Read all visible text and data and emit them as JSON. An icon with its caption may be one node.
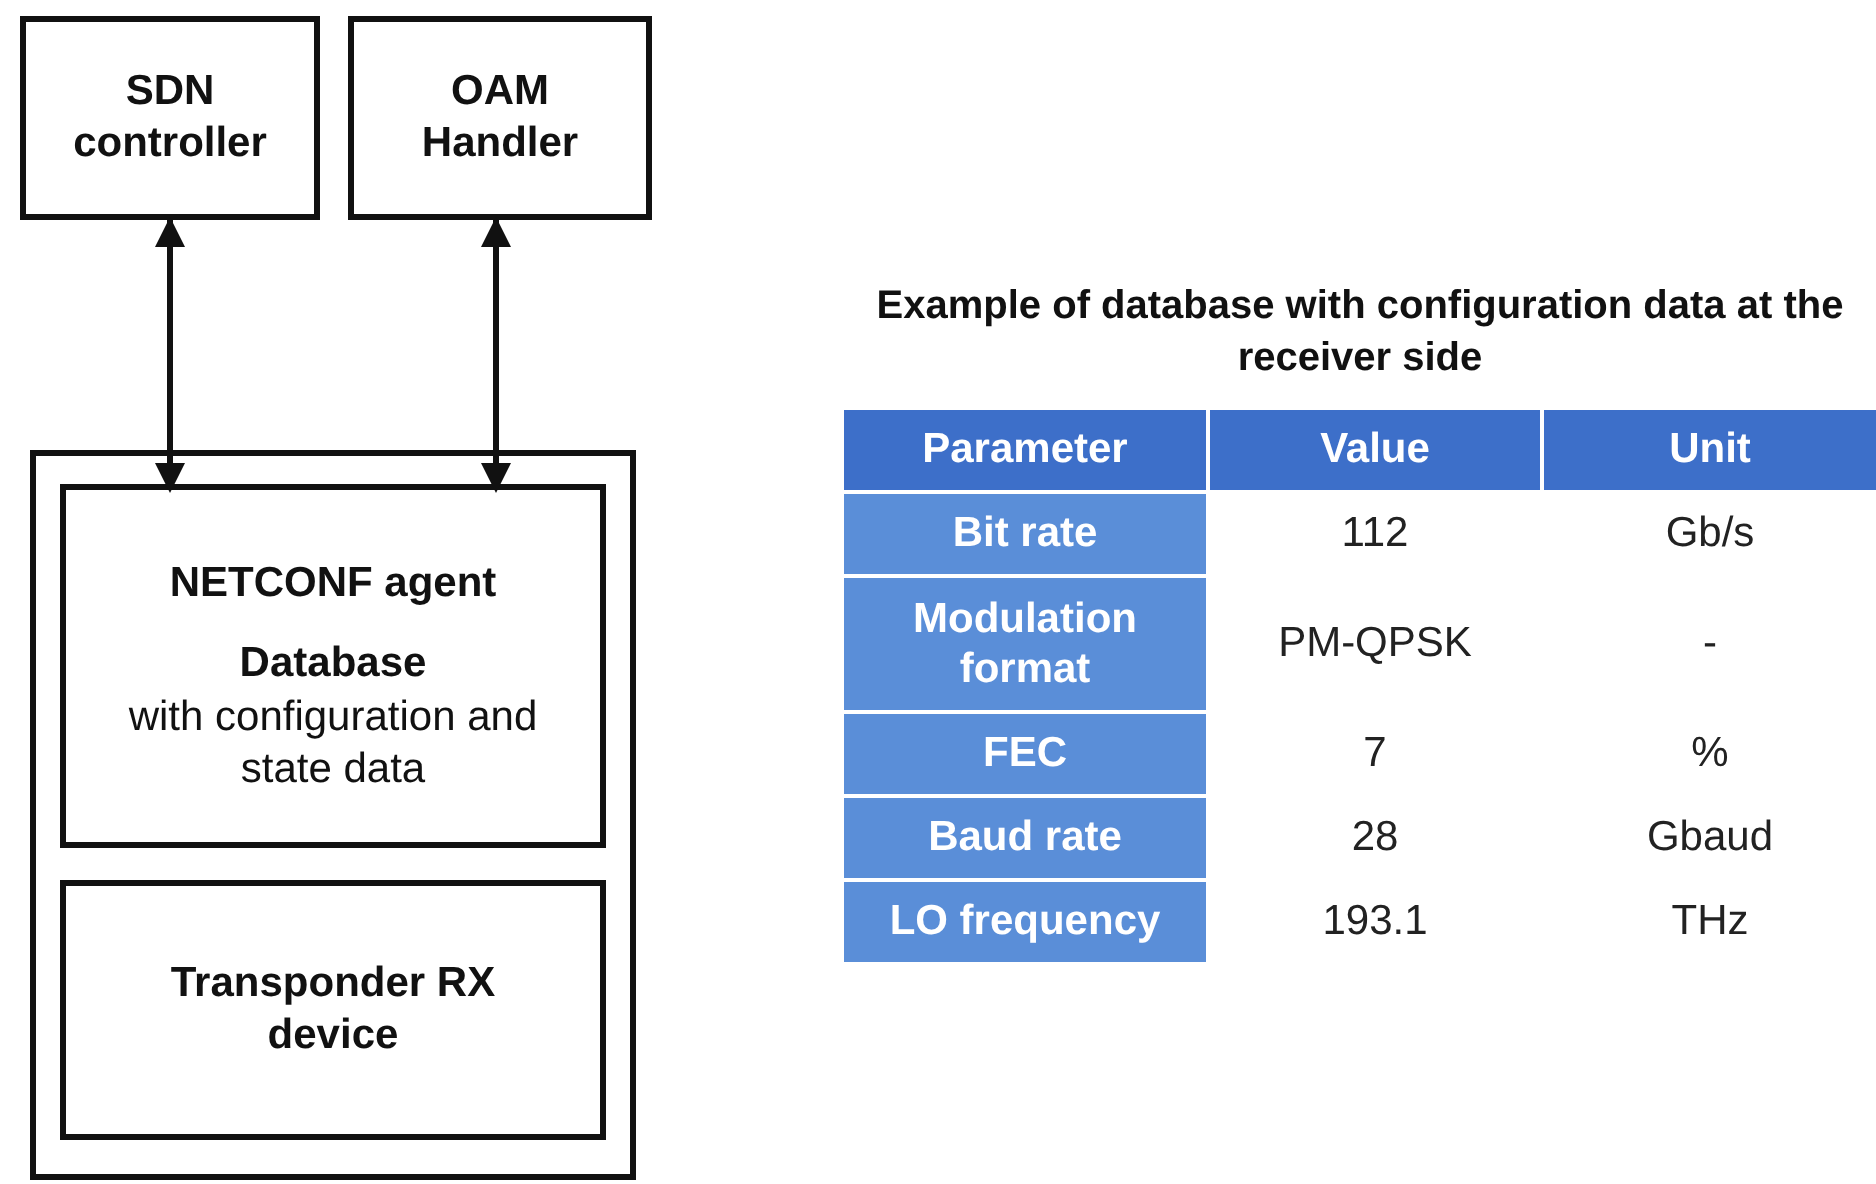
{
  "diagram": {
    "nodes": [
      {
        "text": [
          "SDN controller"
        ]
      },
      {
        "text": [
          "OAM Handler"
        ]
      },
      {
        "text": [],
        "shape": "box"
      },
      {
        "text": [
          "NETCONF agent",
          "Database",
          "with configuration and state data"
        ],
        "in": 2
      },
      {
        "text": [
          "Transponder RX device"
        ],
        "in": 2
      }
    ],
    "edges": [
      {
        "from": 0,
        "to": 3,
        "arrow": "both"
      },
      {
        "from": 1,
        "to": 3,
        "arrow": "both"
      }
    ],
    "labels": [
      "Example of database with configuration data at the receiver side",
      "Parameter",
      "Value",
      "Unit",
      "Bit rate",
      "112",
      "Gb/s",
      "Modulation format",
      "PM-QPSK",
      "-",
      "FEC",
      "7",
      "%",
      "Baud rate",
      "28",
      "Gbaud",
      "LO frequency",
      "193.1",
      "THz"
    ]
  }
}
